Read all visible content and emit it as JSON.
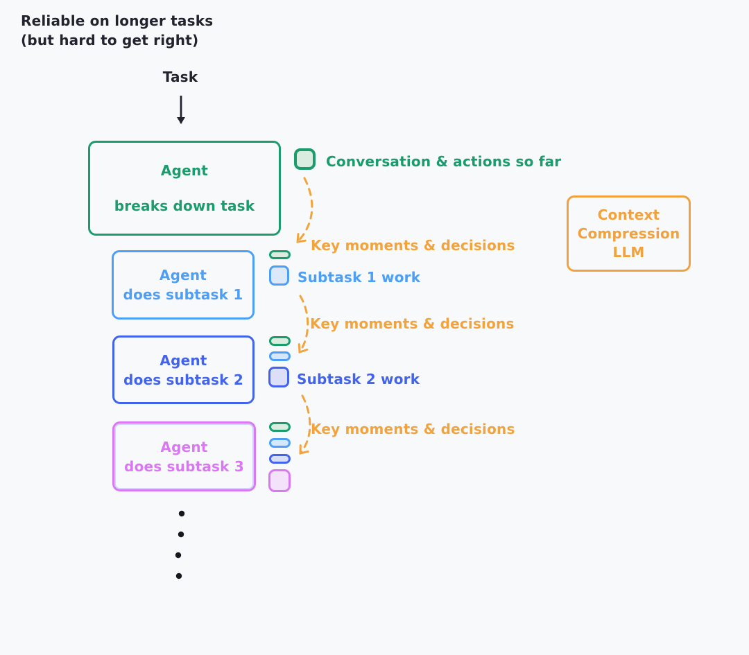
{
  "annotation": {
    "line1": "Reliable on longer tasks",
    "line2": "(but hard to get right)"
  },
  "flow": {
    "task_label": "Task",
    "continuation_dots": 4
  },
  "agents": {
    "main": {
      "title": "Agent",
      "subtitle": "breaks down task",
      "color": "#1b9c6c"
    },
    "sub1": {
      "title": "Agent",
      "subtitle": "does subtask 1",
      "color": "#4d9ff5"
    },
    "sub2": {
      "title": "Agent",
      "subtitle": "does subtask 2",
      "color": "#4263eb"
    },
    "sub3": {
      "title": "Agent",
      "subtitle": "does subtask 3",
      "color": "#da77f2"
    }
  },
  "compressor": {
    "line1": "Context",
    "line2": "Compression",
    "line3": "LLM",
    "color": "#f0a23e"
  },
  "context_labels": {
    "conversation": "Conversation & actions so far",
    "key_moments_1": "Key moments & decisions",
    "key_moments_2": "Key moments & decisions",
    "key_moments_3": "Key moments & decisions",
    "subtask1_work": "Subtask 1 work",
    "subtask2_work": "Subtask 2 work"
  },
  "chips": {
    "conversation": "green-square-chip",
    "stack_before_sub1": [
      "green-pill"
    ],
    "sub1_work": "blue-square-chip",
    "stack_before_sub2": [
      "green-pill",
      "blue-pill"
    ],
    "sub2_work": "indigo-square-chip",
    "stack_before_sub3": [
      "green-pill",
      "blue-pill",
      "indigo-pill"
    ],
    "sub3_work": "purple-square-chip"
  },
  "colors": {
    "background": "#f8f9fb",
    "ink": "#22232e",
    "green": "#1b9c6c",
    "blue": "#4d9ff5",
    "indigo": "#4263eb",
    "purple": "#da77f2",
    "orange": "#f1a43e"
  }
}
